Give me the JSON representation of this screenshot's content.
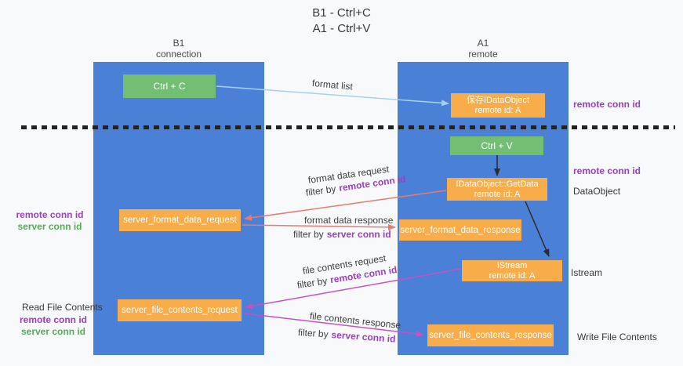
{
  "title": {
    "line1": "B1 - Ctrl+C",
    "line2": "A1 - Ctrl+V"
  },
  "columns": {
    "left": {
      "name": "B1",
      "subtitle": "connection"
    },
    "right": {
      "name": "A1",
      "subtitle": "remote"
    }
  },
  "nodes": {
    "ctrl_c": "Ctrl + C",
    "ctrl_v": "Ctrl + V",
    "save_idataobject": {
      "line1": "保存IDataObject",
      "line2": "remote id: A"
    },
    "getdata": {
      "line1": "IDataObject::GetData",
      "line2": "remote id: A"
    },
    "istream": {
      "line1": "IStream",
      "line2": "remote id: A"
    },
    "server_format_data_request": "server_format_data_request",
    "server_format_data_response": "server_format_data_response",
    "server_file_contents_request": "server_file_contents_request",
    "server_file_contents_response": "server_file_contents_response"
  },
  "edge_labels": {
    "format_list": "format list",
    "format_data_request": "format data request",
    "format_data_response": "format data response",
    "file_contents_request": "file contents request",
    "file_contents_response": "file contents response",
    "filter_by": "filter by",
    "remote_conn_id": "remote conn id",
    "server_conn_id": "server conn id"
  },
  "side_labels": {
    "remote_conn_id": "remote conn id",
    "server_conn_id": "server conn id",
    "dataobject": "DataObject",
    "istream": "Istream",
    "read_file_contents": "Read File Contents",
    "write_file_contents": "Write File Contents"
  },
  "colors": {
    "background": "#f8f9fa",
    "panel_blue": "#4a80d5",
    "box_orange": "#f9ad4a",
    "box_green": "#72bf74",
    "arrow_blue": "#a5d0f0",
    "arrow_red": "#e97a70",
    "arrow_magenta": "#ca4fc5",
    "arrow_black": "#2b2b2b",
    "dash_dark": "#222222",
    "text_purple": "#9c3fc0",
    "text_green": "#53ae53",
    "text_dark": "#3f3f3f"
  }
}
